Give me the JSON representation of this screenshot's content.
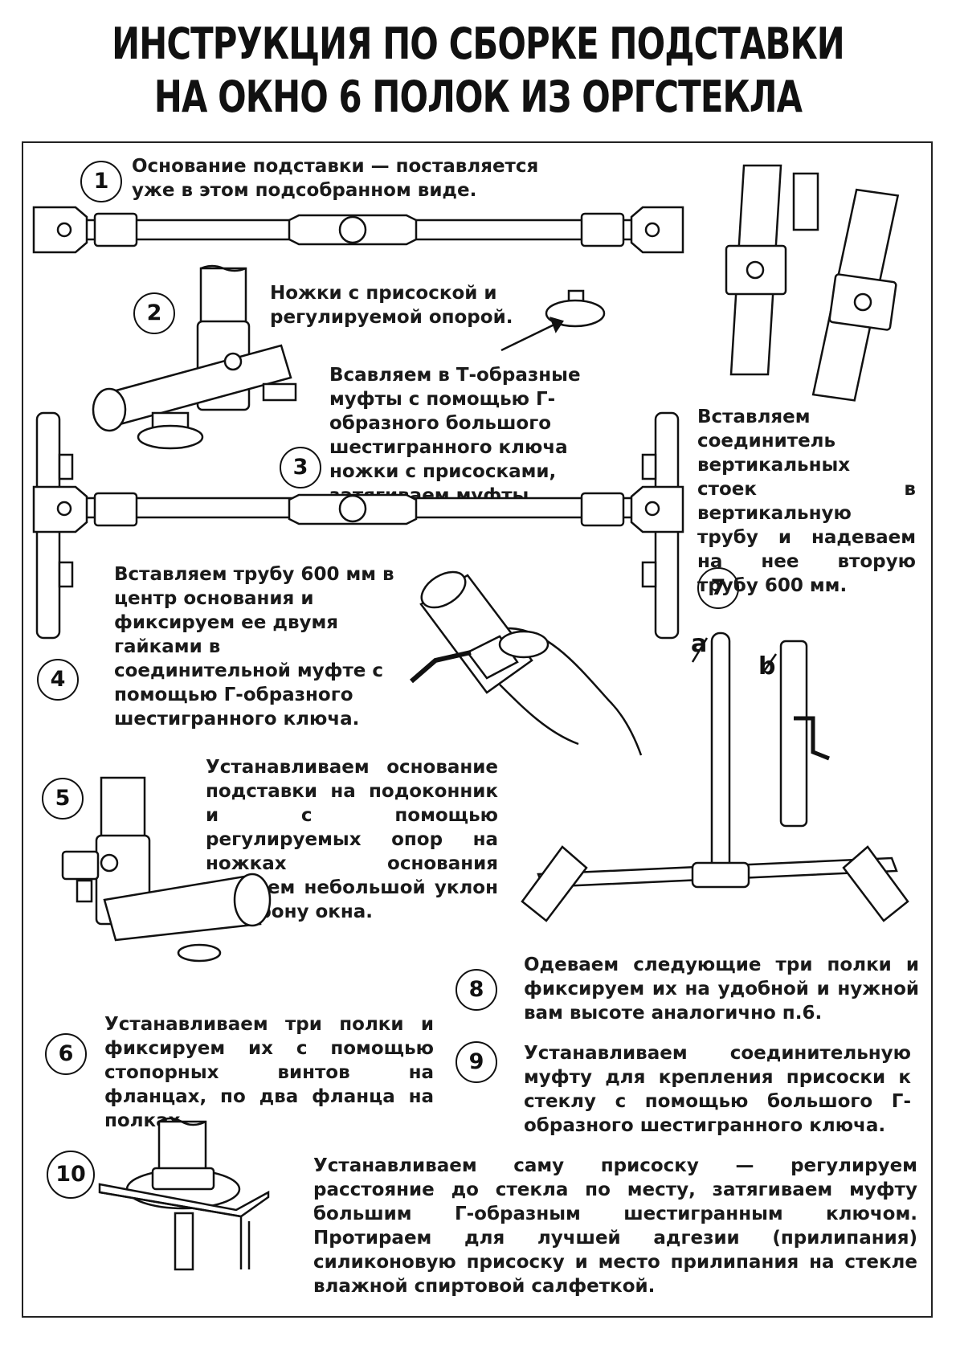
{
  "title": {
    "line1": "ИНСТРУКЦИЯ ПО СБОРКЕ  ПОДСТАВКИ",
    "line2": "НА ОКНО 6 ПОЛОК ИЗ ОРГСТЕКЛА"
  },
  "steps": [
    {
      "number": "1",
      "text": "Основание подставки — поставляется уже в этом подсобранном виде."
    },
    {
      "number": "2",
      "text": "Ножки с присоской и регулируемой опорой."
    },
    {
      "number": "3",
      "text": "Всавляем в Т-образные муфты с помощью Г-образного большого шестигранного ключа ножки с присосками, затягиваем муфты."
    },
    {
      "number": "4",
      "text": "Вставляем трубу 600 мм в центр основания и фиксируем ее двумя гайками в соединительной муфте с помощью Г-образного шестигранного ключа."
    },
    {
      "number": "5",
      "text": "Устанавливаем основание подставки на подоконник и с помощью регулируемых опор на ножках основания создаем небольшой уклон в сторону окна."
    },
    {
      "number": "6",
      "text": "Устанавливаем три полки и фиксируем их с помощью стопорных винтов на фланцах, по два фланца на полках."
    },
    {
      "number": "7",
      "text": "Вставляем соединитель вертикальных стоек в вертикальную трубу и надеваем на нее вторую трубу 600 мм."
    },
    {
      "number": "8",
      "text": "Одеваем следующие три полки и фиксируем их на удобной и нужной вам высоте аналогично п.6."
    },
    {
      "number": "9",
      "text": "Устанавливаем соединительную муфту для крепления присоски к стеклу с помощью большого Г-образного шестигранного ключа."
    },
    {
      "number": "10",
      "text": "Устанавливаем саму присоску — регулируем расстояние до стекла по месту, затягиваем муфту большим Г-образным шестигранным ключом. Протираем для лучшей адгезии (прилипания) силиконовую присоску и место прилипания на стекле влажной спиртовой салфеткой."
    }
  ],
  "labels": {
    "a": "a",
    "b": "b"
  }
}
